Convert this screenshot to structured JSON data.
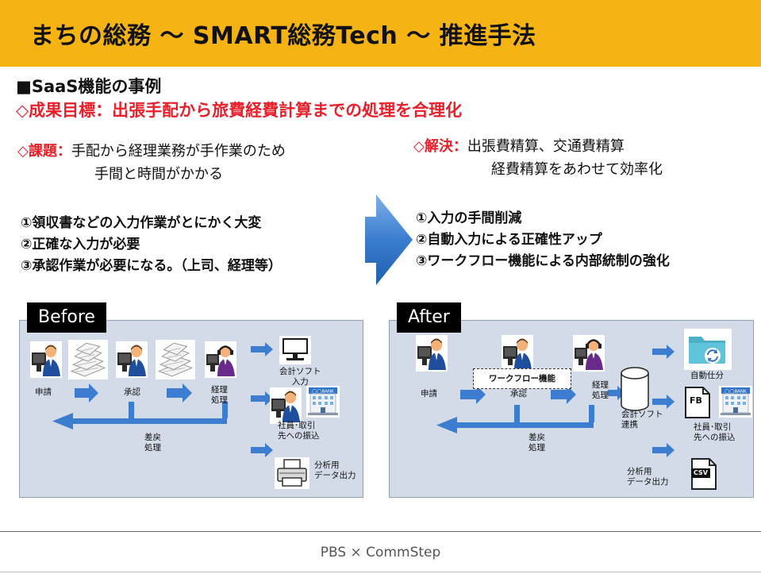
{
  "header": {
    "title": "まちの総務 ～ SMART総務Tech ～ 推進手法"
  },
  "section": {
    "heading": "■SaaS機能の事例",
    "goal": "◇成果目標：出張手配から旅費経費計算までの処理を合理化"
  },
  "issue": {
    "prefix": "◇課題：",
    "line1": "手配から経理業務が手作業のため",
    "line2": "手間と時間がかかる"
  },
  "issue_items": [
    "①領収書などの入力作業がとにかく大変",
    "②正確な入力が必要",
    "③承認作業が必要になる。（上司、経理等）"
  ],
  "solution": {
    "prefix": "◇解決：",
    "line1": "出張費精算、交通費精算",
    "line2": "経費精算をあわせて効率化"
  },
  "solution_items": [
    "①入力の手間削減",
    "②自動入力による正確性アップ",
    "③ワークフロー機能による内部統制の強化"
  ],
  "before": {
    "tag": "Before",
    "apply": "申請",
    "approve": "承認",
    "accounting": [
      "経理",
      "処理"
    ],
    "return": [
      "差戻",
      "処理"
    ],
    "software": [
      "会計ソフト",
      "入力"
    ],
    "transfer": [
      "社員･取引",
      "先への振込"
    ],
    "analysis": [
      "分析用",
      "データ出力"
    ],
    "bank_label": "◯◯BANK"
  },
  "after": {
    "tag": "After",
    "workflow": "ワークフロー機能",
    "apply": "申請",
    "approve": "承認",
    "accounting": [
      "経理",
      "処理"
    ],
    "return": [
      "差戻",
      "処理"
    ],
    "software": [
      "会計ソフト",
      "連携"
    ],
    "auto_journal": "自動仕分",
    "transfer": [
      "社員･取引",
      "先への振込"
    ],
    "analysis": [
      "分析用",
      "データ出力"
    ],
    "fb_label": "FB",
    "csv_label": "CSV",
    "bank_label": "◯◯BANK"
  },
  "footer": {
    "text": "PBS × CommStep"
  },
  "colors": {
    "header": "#f5b314",
    "red": "#e8202a",
    "arrow": "#3d7dd0",
    "panel": "#d4dbe8"
  },
  "icons": [
    "person-icon",
    "headset-person-icon",
    "receipt-stack-icon",
    "computer-icon",
    "bank-icon",
    "printer-icon",
    "database-icon",
    "folder-sync-icon",
    "fb-file-icon",
    "csv-file-icon",
    "big-right-arrow-icon"
  ]
}
